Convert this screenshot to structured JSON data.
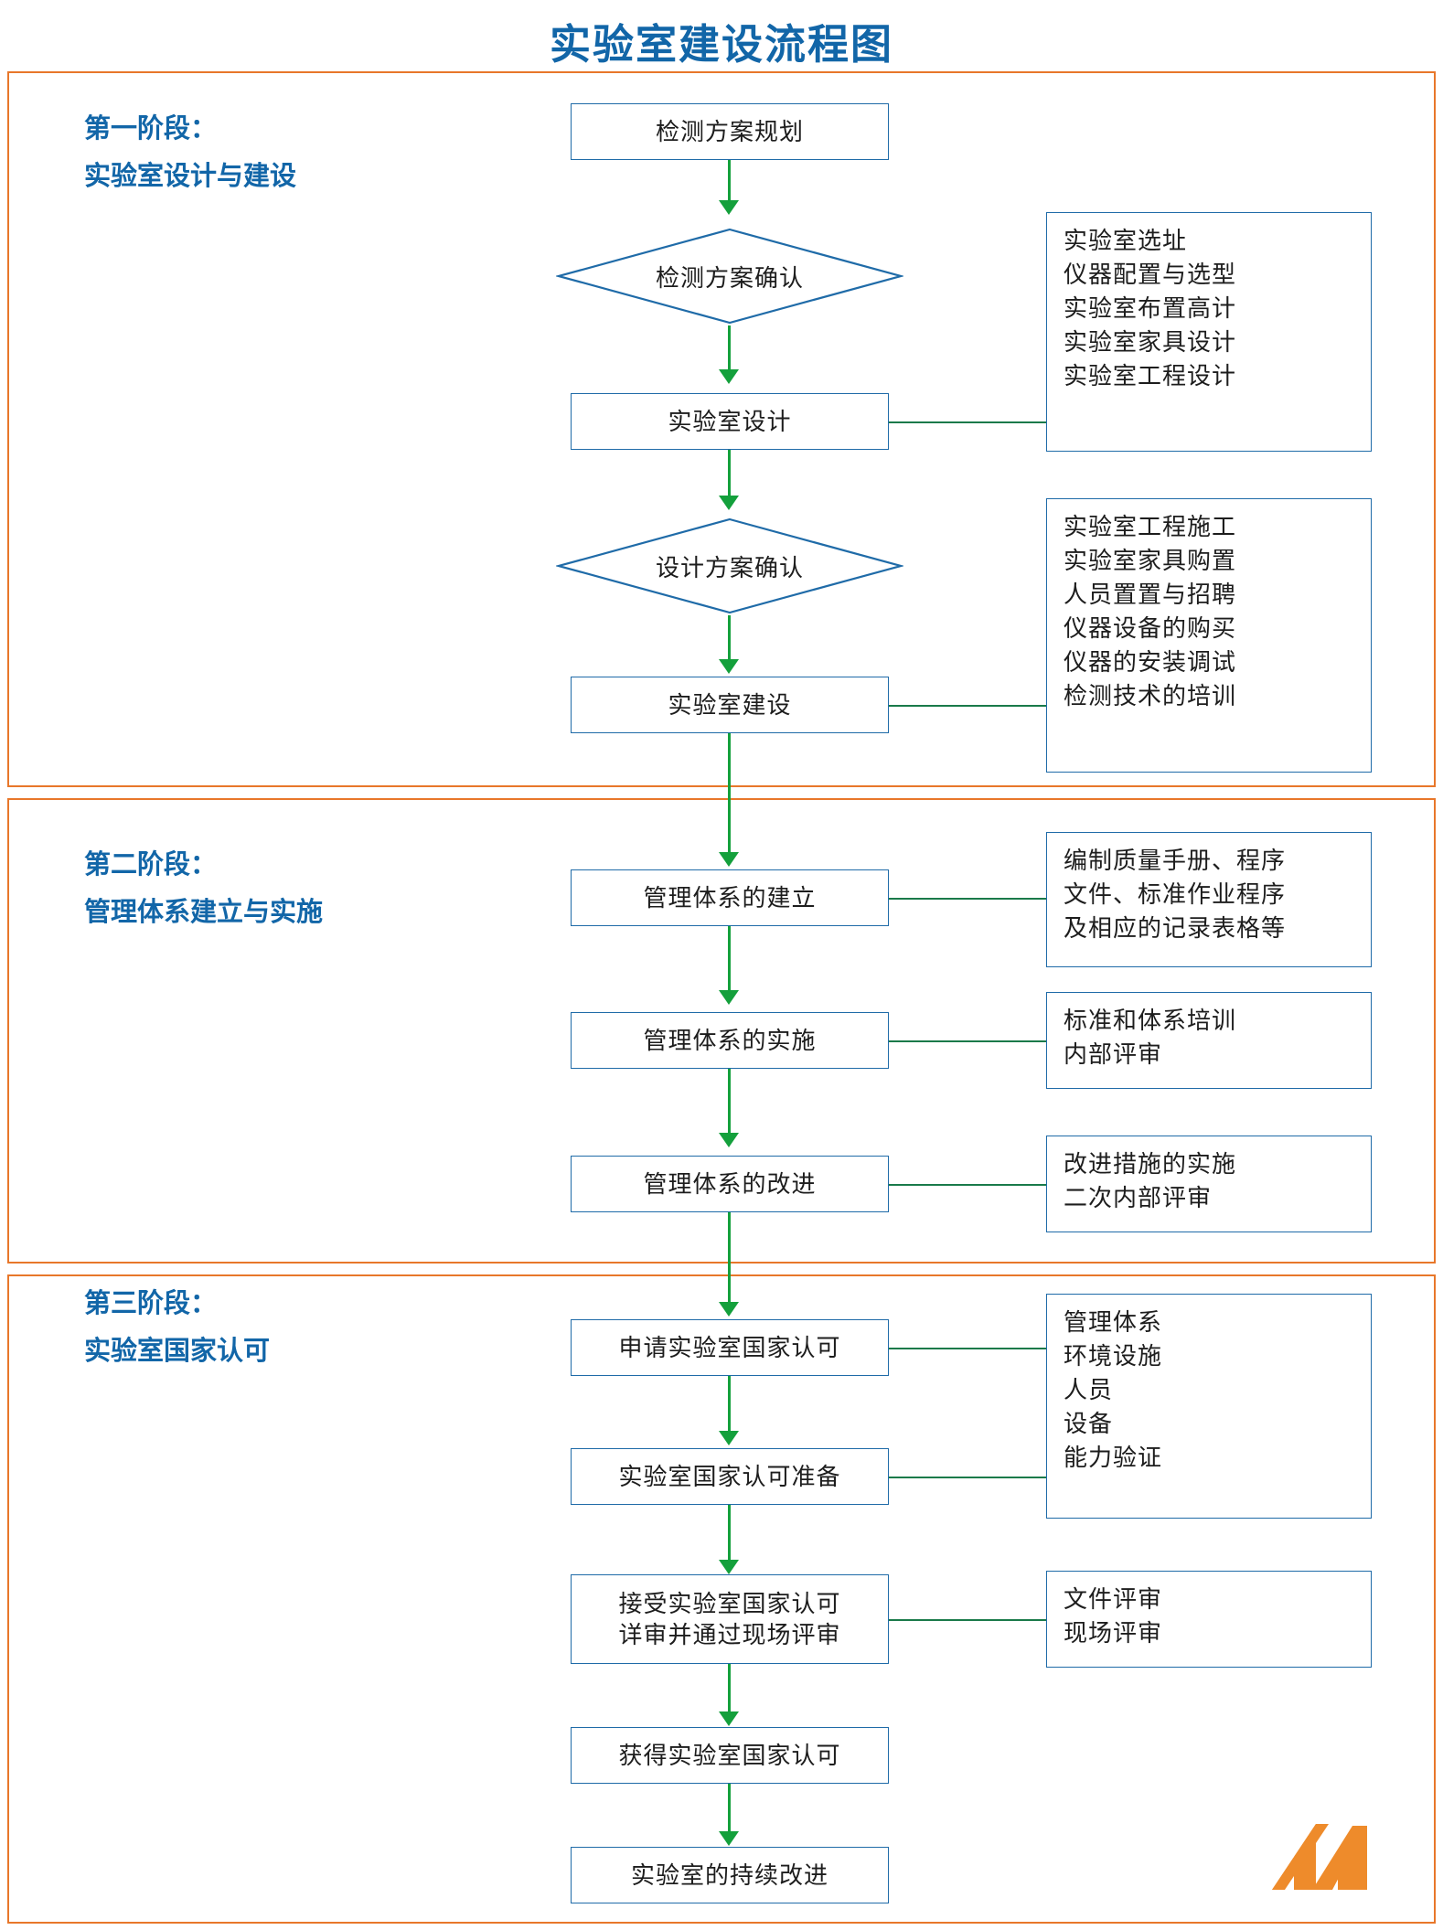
{
  "title": "实验室建设流程图",
  "colors": {
    "title_blue": "#1266a8",
    "frame_orange": "#e8772a",
    "box_border_blue": "#1f6ba8",
    "arrow_green": "#14a03c",
    "connector_green": "#1a7a4a",
    "logo_orange": "#ee8b2b"
  },
  "stages": [
    {
      "id": "stage-1",
      "label_line1": "第一阶段：",
      "label_line2": "实验室设计与建设"
    },
    {
      "id": "stage-2",
      "label_line1": "第二阶段：",
      "label_line2": "管理体系建立与实施"
    },
    {
      "id": "stage-3",
      "label_line1": "第三阶段：",
      "label_line2": "实验室国家认可"
    }
  ],
  "nodes": {
    "n1": "检测方案规划",
    "n2": "检测方案确认",
    "n3": "实验室设计",
    "n4": "设计方案确认",
    "n5": "实验室建设",
    "n6": "管理体系的建立",
    "n7": "管理体系的实施",
    "n8": "管理体系的改进",
    "n9": "申请实验室国家认可",
    "n10": "实验室国家认可准备",
    "n11_line1": "接受实验室国家认可",
    "n11_line2": "详审并通过现场评审",
    "n12": "获得实验室国家认可",
    "n13": "实验室的持续改进"
  },
  "notes": {
    "note1": [
      "实验室选址",
      "仪器配置与选型",
      "实验室布置高计",
      "实验室家具设计",
      "实验室工程设计"
    ],
    "note2": [
      "实验室工程施工",
      "实验室家具购置",
      "人员置置与招聘",
      "仪器设备的购买",
      "仪器的安装调试",
      "检测技术的培训"
    ],
    "note3": [
      "编制质量手册、程序",
      "文件、标准作业程序",
      "及相应的记录表格等"
    ],
    "note4": [
      "标准和体系培训",
      "内部评审"
    ],
    "note5": [
      "改进措施的实施",
      "二次内部评审"
    ],
    "note6": [
      "管理体系",
      "环境设施",
      "人员",
      "设备",
      "能力验证"
    ],
    "note7": [
      "文件评审",
      "现场评审"
    ]
  },
  "logo": {
    "name": "company-logo"
  }
}
